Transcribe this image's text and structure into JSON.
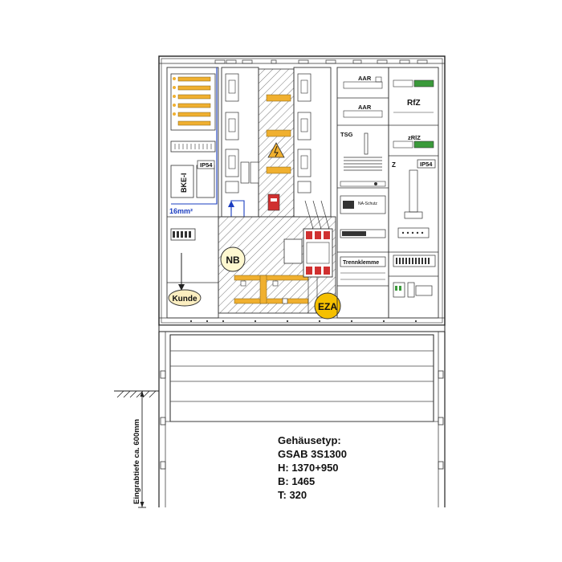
{
  "labels": {
    "bke": "BKE-I",
    "ip54_left": "IP54",
    "cable": "16mm²",
    "kunde": "Kunde",
    "nb": "NB",
    "eza": "EZA",
    "aar_top": "AAR",
    "aar_2": "AAR",
    "rfz": "RfZ",
    "tsg": "TSG",
    "zrlz": "zRlZ",
    "z": "Z",
    "ip54_right": "IP54",
    "trennklemme": "Trennklemme",
    "na_schutz": "NA-Schutz",
    "depth": "Eingrabtiefe ca. 600mm"
  },
  "specs": {
    "title": "Gehäusetyp:",
    "model": "GSAB 3S1300",
    "h": "H: 1370+950",
    "b": "B: 1465",
    "t": "T: 320"
  },
  "colors": {
    "hatch_fill": "#ffffff",
    "busbar": "#f0b030",
    "eza_circle": "#f5c000",
    "nb_circle": "#fff8d0",
    "kunde_fill": "#fbeec0",
    "arrow_blue": "#1a3cc0",
    "terminal_green": "#3a9a3a",
    "fuse_red": "#d03030"
  }
}
